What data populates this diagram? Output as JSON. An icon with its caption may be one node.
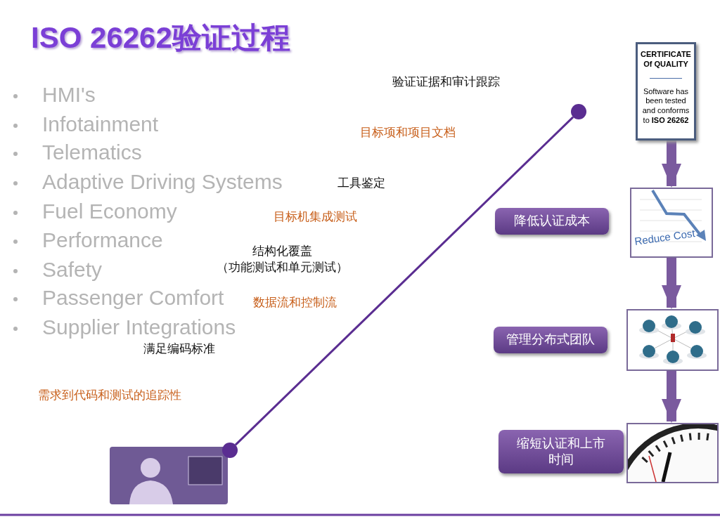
{
  "diagram": {
    "title": "ISO 26262验证过程",
    "nodes": [
      {
        "text": [
          "CERTIFICATE Of QUALITY",
          "Software has been tested and conforms to **ISO 26262**"
        ]
      },
      {
        "text": [
          "Reduce Cost"
        ]
      },
      {
        "text": [],
        "shape": "picture"
      },
      {
        "text": [],
        "shape": "picture"
      },
      {
        "text": [
          "降低认证成本"
        ]
      },
      {
        "text": [
          "管理分布式团队"
        ]
      },
      {
        "text": [
          "缩短认证和上市时间"
        ]
      },
      {
        "text": [],
        "shape": "picture"
      },
      {
        "text": [],
        "shape": "circle"
      },
      {
        "text": [],
        "shape": "circle"
      }
    ],
    "edges": [
      {
        "from": 0,
        "to": 1,
        "arrow": "to"
      },
      {
        "from": 1,
        "to": 2,
        "arrow": "to"
      },
      {
        "from": 2,
        "to": 3,
        "arrow": "to"
      },
      {
        "from": 8,
        "to": 9,
        "arrow": "none"
      }
    ],
    "labels": [
      "验证证据和审计跟踪",
      "HMI's",
      "Infotainment",
      "目标项和项目文档",
      "Telematics",
      "工具鉴定",
      "Adaptive Driving Systems",
      "Fuel Economy",
      "目标机集成测试",
      "Performance",
      "结构化覆盖（功能测试和单元测试）",
      "Safety",
      "Passenger Comfort",
      "数据流和控制流",
      "Supplier Integrations",
      "满足编码标准",
      "需求到代码和测试的追踪性"
    ]
  }
}
